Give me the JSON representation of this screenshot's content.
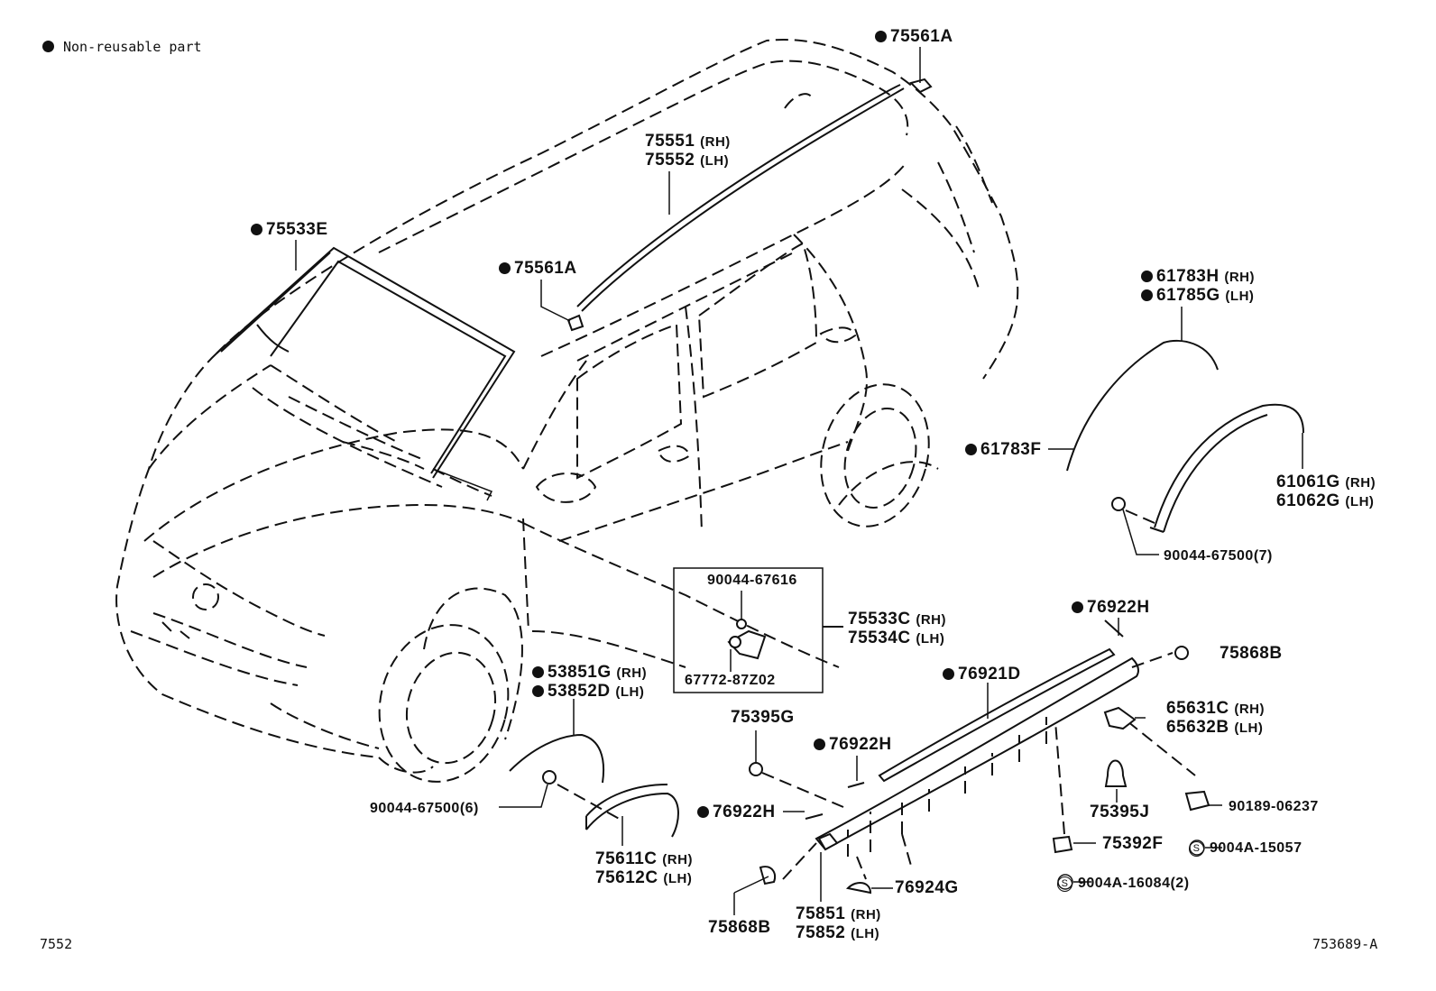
{
  "legend": {
    "non_reusable": "Non-reusable part"
  },
  "footer": {
    "left_code": "7552",
    "right_code": "753689-A"
  },
  "labels": {
    "l75561A_top": "75561A",
    "l75551": "75551",
    "l75551_side": "(RH)",
    "l75552": "75552",
    "l75552_side": "(LH)",
    "l75533E": "75533E",
    "l75561A_mid": "75561A",
    "l61783H": "61783H",
    "l61783H_side": "(RH)",
    "l61785G": "61785G",
    "l61785G_side": "(LH)",
    "l61783F": "61783F",
    "l61061G": "61061G",
    "l61061G_side": "(RH)",
    "l61062G": "61062G",
    "l61062G_side": "(LH)",
    "l90044_7": "90044-67500(7)",
    "l90044_67616": "90044-67616",
    "l67772": "67772-87Z02",
    "l75533C": "75533C",
    "l75533C_side": "(RH)",
    "l75534C": "75534C",
    "l75534C_side": "(LH)",
    "l76922H_a": "76922H",
    "l75868B_a": "75868B",
    "l76921D": "76921D",
    "l65631C": "65631C",
    "l65631C_side": "(RH)",
    "l65632B": "65632B",
    "l65632B_side": "(LH)",
    "l53851G": "53851G",
    "l53851G_side": "(RH)",
    "l53852D": "53852D",
    "l53852D_side": "(LH)",
    "l75395G": "75395G",
    "l76922H_b": "76922H",
    "l75395J": "75395J",
    "l90189": "90189-06237",
    "l9004A_15057": "9004A-15057",
    "l90044_6": "90044-67500(6)",
    "l76922H_c": "76922H",
    "l75392F": "75392F",
    "l76924G": "76924G",
    "l9004A_16084": "9004A-16084(2)",
    "l75611C": "75611C",
    "l75611C_side": "(RH)",
    "l75612C": "75612C",
    "l75612C_side": "(LH)",
    "l75868B_b": "75868B",
    "l75851": "75851",
    "l75851_side": "(RH)",
    "l75852": "75852",
    "l75852_side": "(LH)",
    "s_symbol": "S"
  }
}
